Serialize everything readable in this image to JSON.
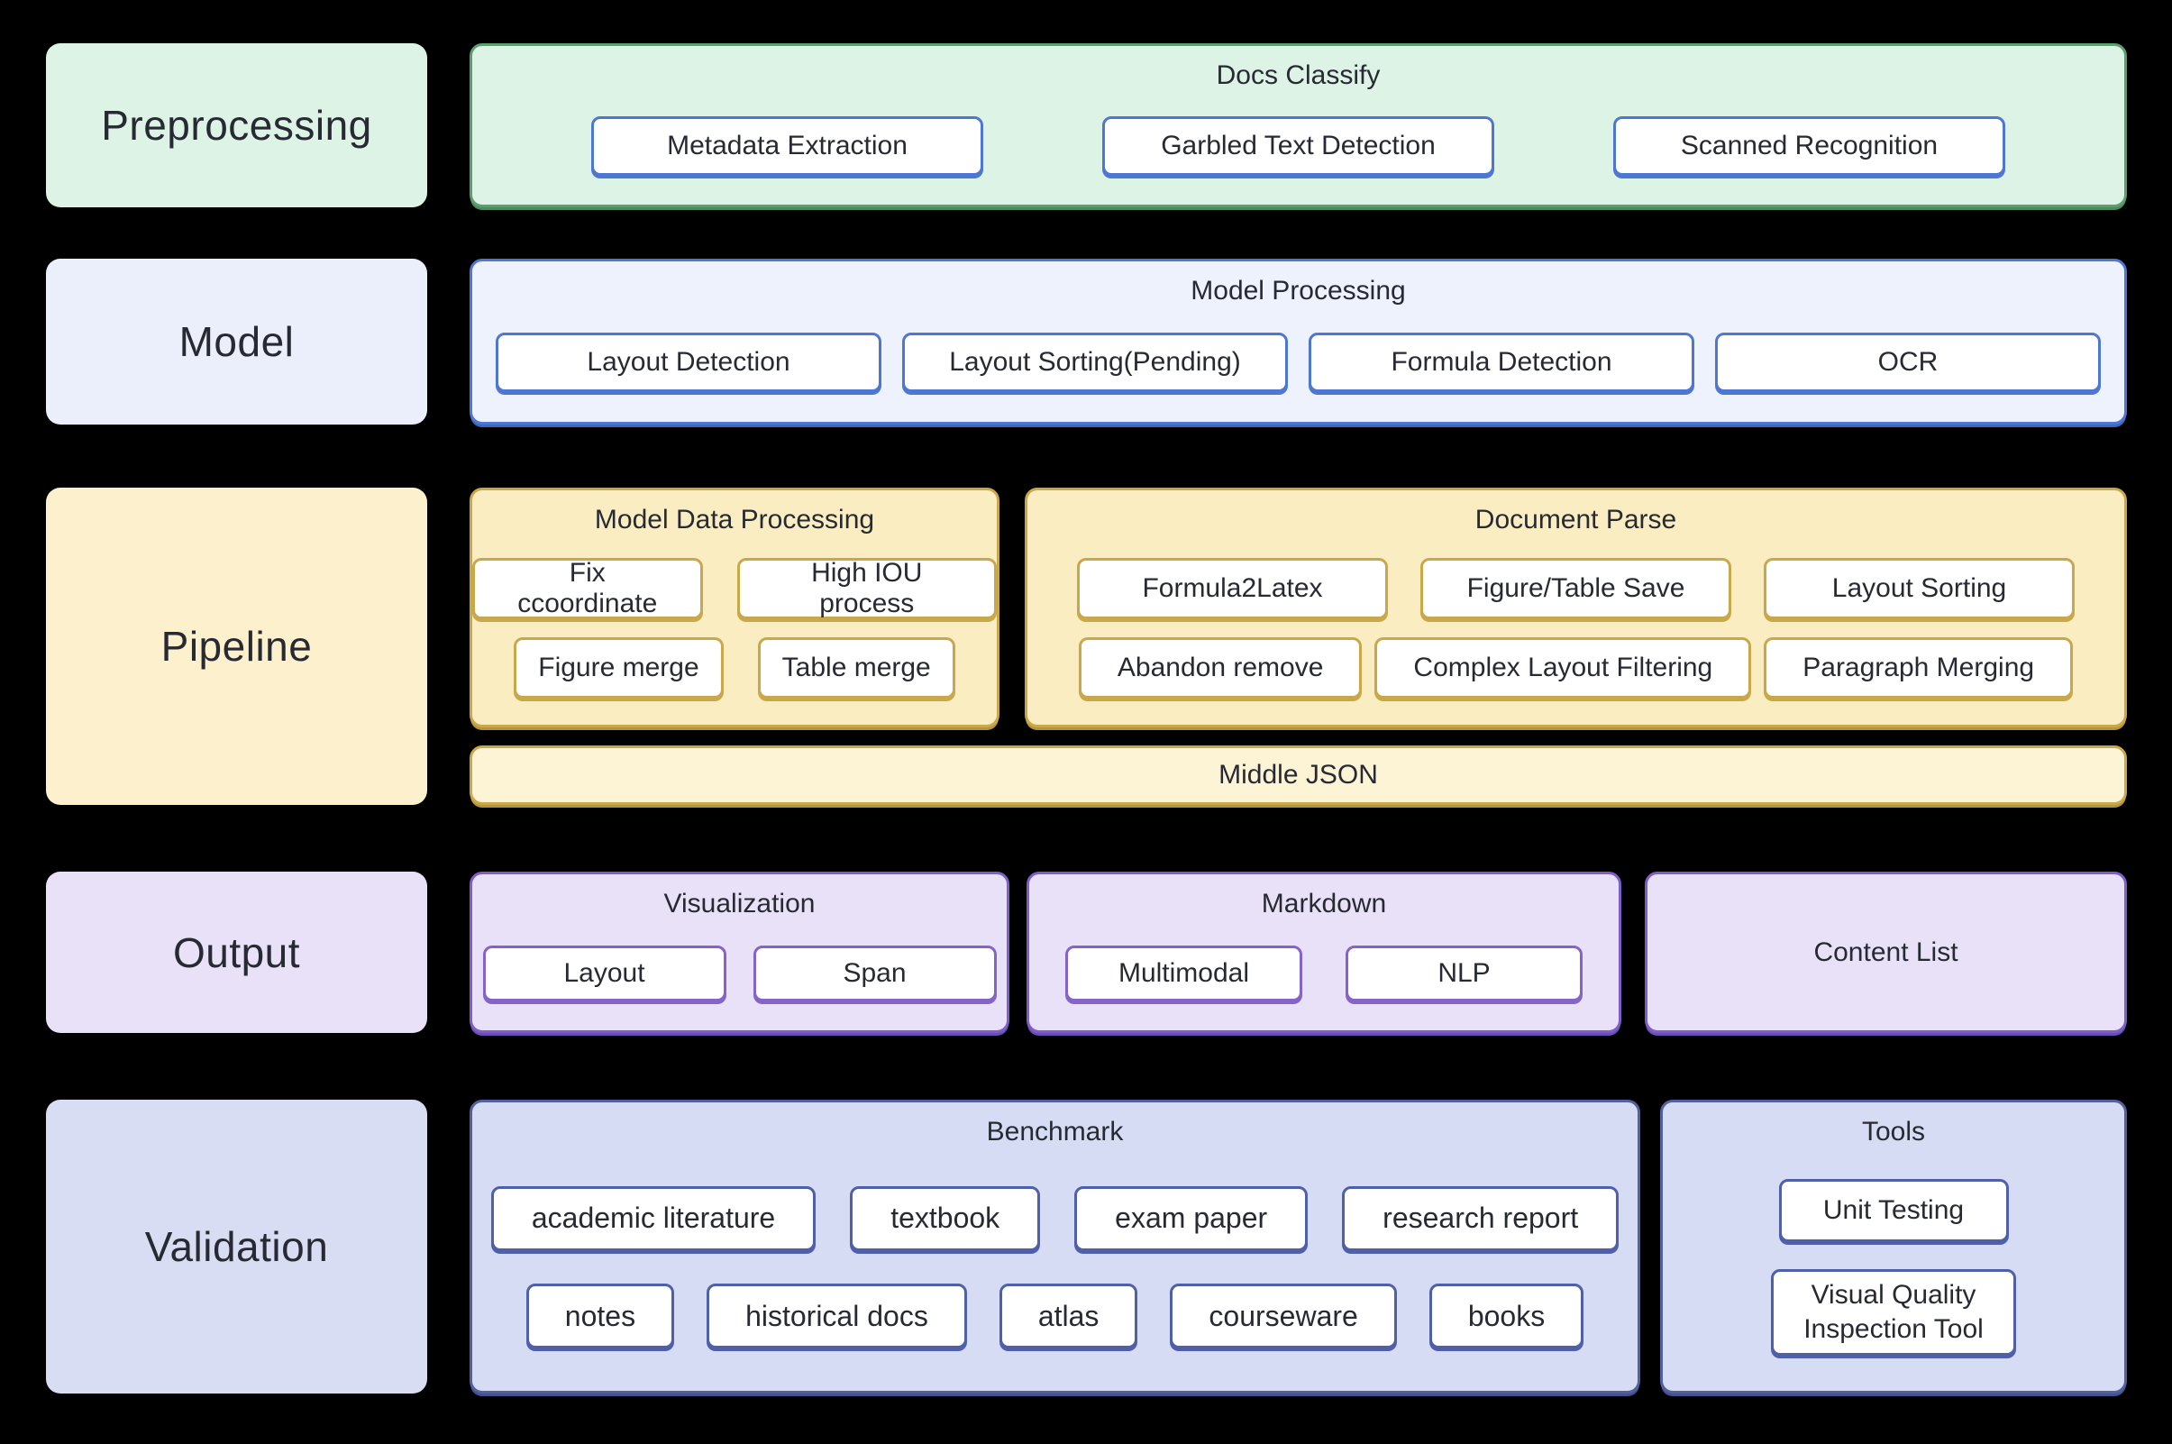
{
  "diagram": {
    "rows": {
      "preprocessing": {
        "label": "Preprocessing",
        "docs_classify": {
          "title": "Docs Classify",
          "items": [
            "Metadata Extraction",
            "Garbled Text Detection",
            "Scanned Recognition"
          ]
        }
      },
      "model": {
        "label": "Model",
        "model_processing": {
          "title": "Model Processing",
          "items": [
            "Layout Detection",
            "Layout Sorting(Pending)",
            "Formula Detection",
            "OCR"
          ]
        }
      },
      "pipeline": {
        "label": "Pipeline",
        "model_data_processing": {
          "title": "Model Data Processing",
          "row1": [
            "Fix ccoordinate",
            "High IOU process"
          ],
          "row2": [
            "Figure merge",
            "Table merge"
          ]
        },
        "document_parse": {
          "title": "Document Parse",
          "row1": [
            "Formula2Latex",
            "Figure/Table Save",
            "Layout Sorting"
          ],
          "row2": [
            "Abandon remove",
            "Complex Layout Filtering",
            "Paragraph Merging"
          ]
        },
        "middle_json": {
          "title": "Middle JSON"
        }
      },
      "output": {
        "label": "Output",
        "visualization": {
          "title": "Visualization",
          "items": [
            "Layout",
            "Span"
          ]
        },
        "markdown": {
          "title": "Markdown",
          "items": [
            "Multimodal",
            "NLP"
          ]
        },
        "content_list": {
          "title": "Content List"
        }
      },
      "validation": {
        "label": "Validation",
        "benchmark": {
          "title": "Benchmark",
          "row1": [
            "academic literature",
            "textbook",
            "exam paper",
            "research report"
          ],
          "row2": [
            "notes",
            "historical docs",
            "atlas",
            "courseware",
            "books"
          ]
        },
        "tools": {
          "title": "Tools",
          "items": [
            "Unit Testing",
            "Visual Quality Inspection Tool"
          ]
        }
      }
    }
  },
  "colors": {
    "background": "#000000",
    "text": "#282a33",
    "green_fill": "#ddf3e6",
    "green_border": "#5d9e6e",
    "blue_fill": "#edf2fc",
    "blue_border": "#4d77d2",
    "yellow_fill": "#faedc2",
    "yellow_light_fill": "#fdf3d5",
    "yellow_border": "#c9a84c",
    "purple_fill": "#e9e1f8",
    "purple_border": "#7e5ec7",
    "periwinkle_fill": "#d6dcf4",
    "periwinkle_border": "#52619e",
    "node_fill": "#ffffff"
  }
}
